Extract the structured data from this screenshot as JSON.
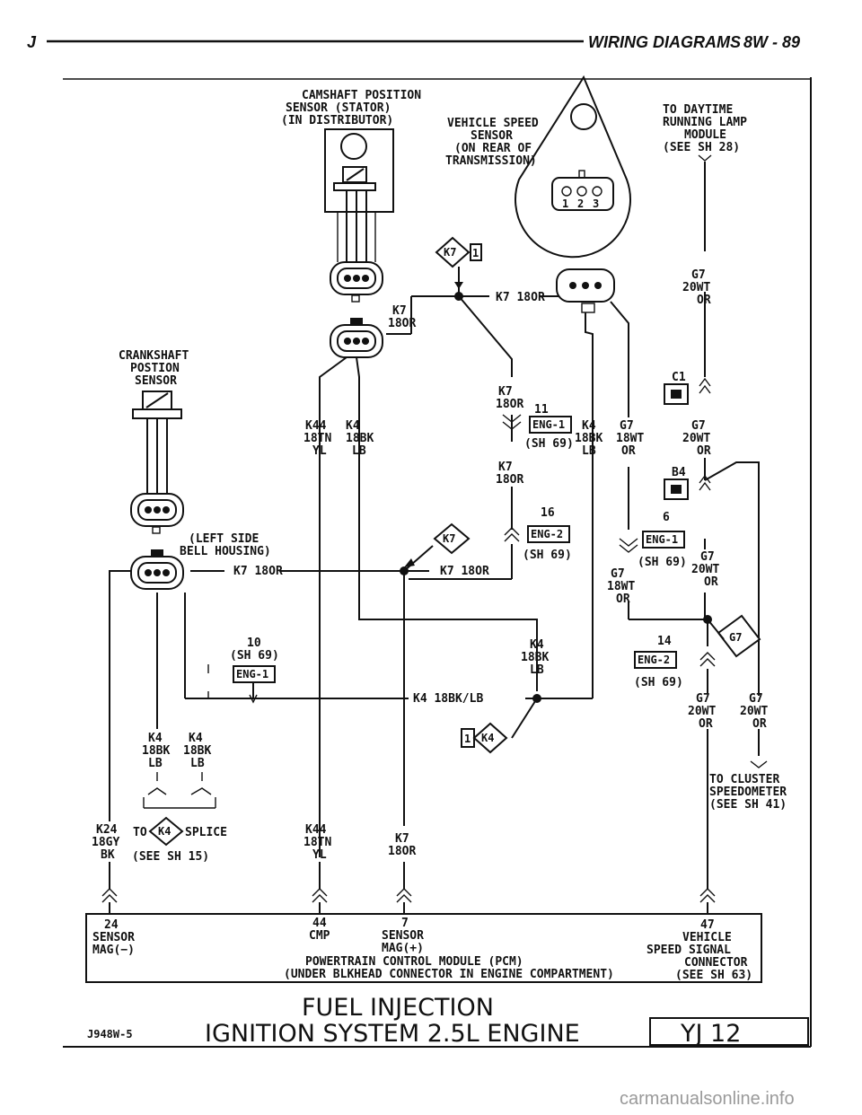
{
  "header": {
    "letter": "J",
    "title": "WIRING DIAGRAMS",
    "page": "8W - 89"
  },
  "components": {
    "camshaft_sensor": [
      "CAMSHAFT POSITION",
      "SENSOR (STATOR)",
      "(IN DISTRIBUTOR)"
    ],
    "vehicle_speed_sensor": [
      "VEHICLE SPEED",
      "SENSOR",
      "(ON REAR OF",
      "TRANSMISSION)"
    ],
    "vss_pins": [
      "1",
      "2",
      "3"
    ],
    "daytime_module": [
      "TO DAYTIME",
      "RUNNING LAMP",
      "MODULE",
      "(SEE SH 28)"
    ],
    "crankshaft_sensor": [
      "CRANKSHAFT",
      "POSTION",
      "SENSOR"
    ],
    "bell_housing": [
      "(LEFT SIDE",
      "BELL HOUSING)"
    ],
    "cluster": [
      "TO CLUSTER",
      "SPEEDOMETER",
      "(SEE SH 41)"
    ],
    "splice_ref": {
      "to": "TO",
      "tag": "K4",
      "splice": "SPLICE",
      "sheet": "(SEE SH 15)"
    }
  },
  "wires": {
    "k7_18or": "K7 18OR",
    "k7": "K7",
    "o18r": "18OR",
    "k4": "K4",
    "k44": "K44",
    "g7": "G7",
    "k24": "K24",
    "c18tn": "18TN",
    "yl": "YL",
    "c18bk": "18BK",
    "lb": "LB",
    "c18wt": "18WT",
    "c20wt": "20WT",
    "or": "OR",
    "c18gy": "18GY",
    "bk": "BK",
    "k4_18bklb": "K4 18BK/LB"
  },
  "connectors": {
    "c1": "C1",
    "b4": "B4",
    "eng1": "ENG-1",
    "eng2": "ENG-2",
    "sh69": "(SH 69)",
    "n11": "11",
    "n16": "16",
    "n6": "6",
    "n10": "10",
    "n14": "14",
    "n1": "1"
  },
  "tags": {
    "k7": "K7",
    "k4": "K4",
    "g7": "G7"
  },
  "pcm": {
    "pins": {
      "p24": [
        "24",
        "SENSOR",
        "MAG(−)"
      ],
      "p44": [
        "44",
        "CMP"
      ],
      "p7": [
        "7",
        "SENSOR",
        "MAG(+)"
      ],
      "p47": [
        "47",
        "VEHICLE",
        "SPEED SIGNAL",
        "CONNECTOR",
        "(SEE SH 63)"
      ]
    },
    "name": "POWERTRAIN CONTROL MODULE (PCM)",
    "location": "(UNDER BLKHEAD CONNECTOR IN ENGINE COMPARTMENT)"
  },
  "footer": {
    "code": "J948W-5",
    "line1": "FUEL INJECTION",
    "line2": "IGNITION SYSTEM 2.5L ENGINE",
    "box": "YJ 12"
  },
  "watermark": "carmanualsonline.info"
}
